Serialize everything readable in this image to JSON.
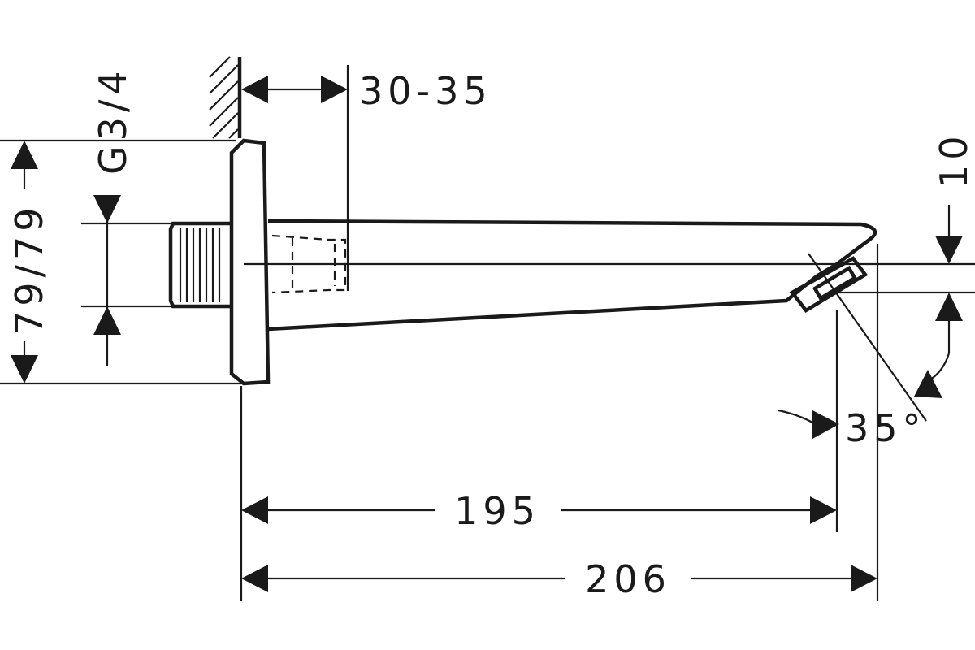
{
  "diagram": {
    "dimensions": {
      "wall_gap": "30-35",
      "thread": "G3/4",
      "height": "79/79",
      "outlet_height": "10",
      "angle": "35°",
      "length_outlet": "195",
      "length_total": "206"
    },
    "colors": {
      "line": "#1a1a1a",
      "background": "#ffffff"
    }
  }
}
